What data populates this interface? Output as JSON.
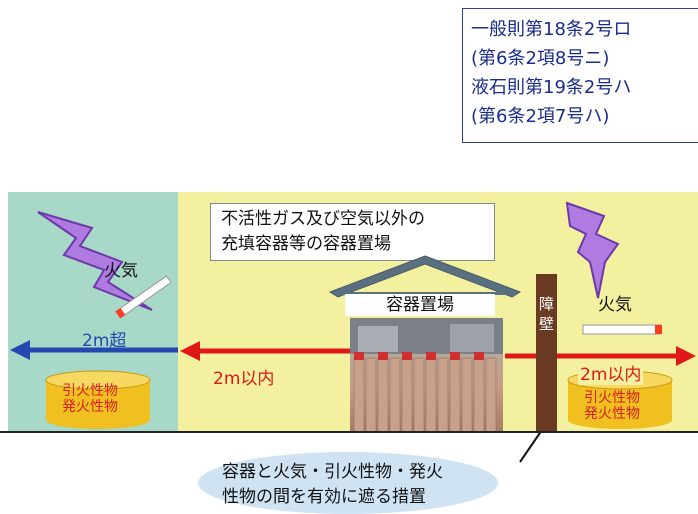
{
  "law_refs": [
    "一般則第18条2号ロ",
    "(第6条2項8号ニ)",
    "液石則第19条2号ハ",
    "(第6条2項7号ハ)"
  ],
  "note": [
    "不活性ガス及び空気以外の",
    "充填容器等の容器置場"
  ],
  "fire_label": "火気",
  "storage_label": "容器置場",
  "wall_label": "障壁",
  "distance_over": "2m超",
  "distance_within": "2m以内",
  "flammable_lines": [
    "引火性物",
    "発火性物"
  ],
  "bottom_note": [
    "容器と火気・引火性物・発火",
    "性物の間を有効に遮る措置"
  ],
  "colors": {
    "law_text": "#1a2d8c",
    "zone_left": "#a8d8c8",
    "zone_right": "#f3f0a0",
    "arrow_blue": "#2548b0",
    "arrow_red": "#e01818",
    "lightning": "#b07be0",
    "wall": "#6b3a22",
    "cylinder": "#f0c020",
    "oval": "#cfe3f3"
  },
  "icons": [
    "lightning-icon",
    "cigarette-icon",
    "house-roof-icon",
    "cylinder-icon"
  ]
}
